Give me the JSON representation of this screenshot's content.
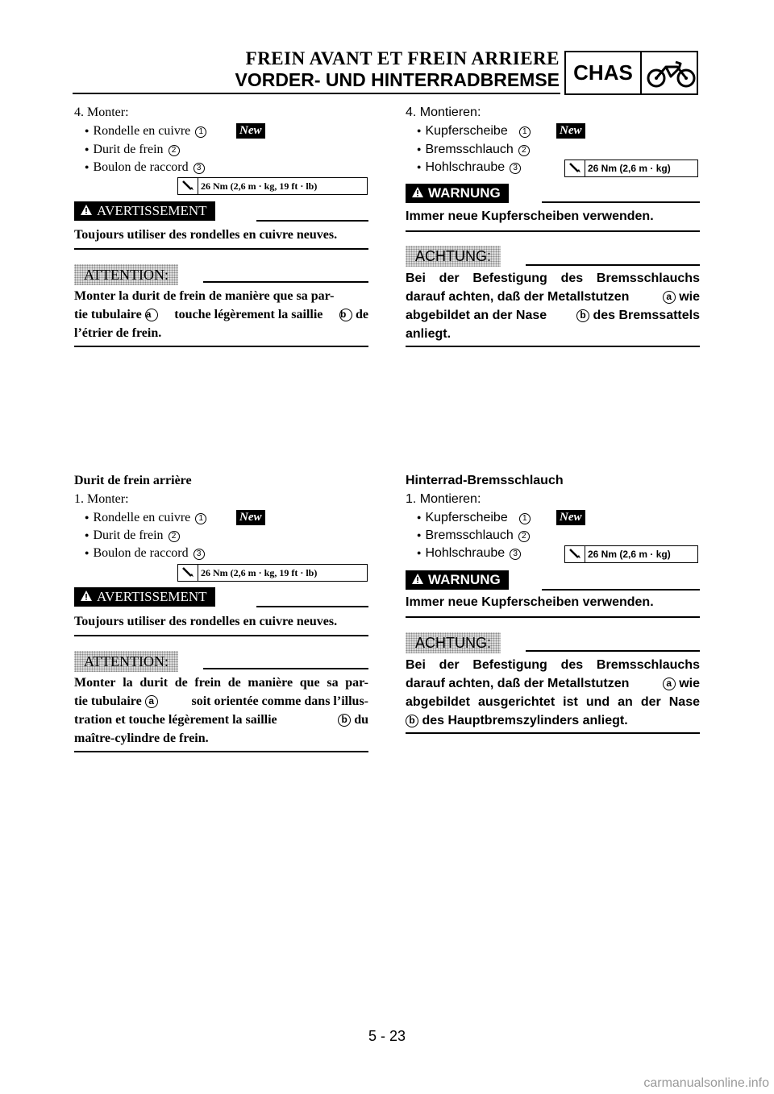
{
  "header": {
    "title_fr": "FREIN AVANT ET FREIN ARRIERE",
    "title_de": "VORDER- UND HINTERRADBREMSE",
    "section": "CHAS",
    "section_icon": "motorcycle-icon"
  },
  "left": {
    "sec1": {
      "step": "4. Monter:",
      "items": [
        "Rondelle en cuivre",
        "Durit de frein",
        "Boulon de raccord"
      ],
      "numbers": [
        "1",
        "2",
        "3"
      ],
      "new_label": "New",
      "torque": "26 Nm (2,6 m · kg, 19 ft · lb)",
      "warning_label": "AVERTISSEMENT",
      "warning_text": "Toujours utiliser des rondelles en cuivre neuves.",
      "attention_label": "ATTENTION:",
      "attention_l1": "Monter la durit de frein de manière que sa par-",
      "attention_l2a": "tie tubulaire",
      "attention_l2b": "touche légèrement la saillie",
      "attention_l2c": "de",
      "attention_l3": "l’étrier de frein."
    },
    "sec2": {
      "title": "Durit de frein arrière",
      "step": "1. Monter:",
      "items": [
        "Rondelle en cuivre",
        "Durit de frein",
        "Boulon de raccord"
      ],
      "numbers": [
        "1",
        "2",
        "3"
      ],
      "new_label": "New",
      "torque": "26 Nm (2,6 m · kg, 19 ft · lb)",
      "warning_label": "AVERTISSEMENT",
      "warning_text": "Toujours utiliser des rondelles en cuivre neuves.",
      "attention_label": "ATTENTION:",
      "attention_l1": "Monter la durit de frein de manière que sa par-",
      "attention_l2a": "tie tubulaire",
      "attention_l2b": "soit orientée comme dans l’illus-",
      "attention_l3a": "tration et touche légèrement la saillie",
      "attention_l3b": "du",
      "attention_l4": "maître-cylindre de frein."
    }
  },
  "right": {
    "sec1": {
      "step": "4. Montieren:",
      "items": [
        "Kupferscheibe",
        "Bremsschlauch",
        "Hohlschraube"
      ],
      "numbers": [
        "1",
        "2",
        "3"
      ],
      "new_label": "New",
      "torque": "26 Nm (2,6 m · kg)",
      "warning_label": "WARNUNG",
      "warning_text": "Immer neue Kupferscheiben verwenden.",
      "attention_label": "ACHTUNG:",
      "attention_l1": "Bei der Befestigung des Bremsschlauchs",
      "attention_l2a": "darauf achten, daß der Metallstutzen",
      "attention_l2b": "wie",
      "attention_l3a": "abgebildet an der Nase",
      "attention_l3b": "des Bremssattels",
      "attention_l4": "anliegt."
    },
    "sec2": {
      "title": "Hinterrad-Bremsschlauch",
      "step": "1. Montieren:",
      "items": [
        "Kupferscheibe",
        "Bremsschlauch",
        "Hohlschraube"
      ],
      "numbers": [
        "1",
        "2",
        "3"
      ],
      "new_label": "New",
      "torque": "26 Nm (2,6 m · kg)",
      "warning_label": "WARNUNG",
      "warning_text": "Immer neue Kupferscheiben verwenden.",
      "attention_label": "ACHTUNG:",
      "attention_l1": "Bei der Befestigung des Bremsschlauchs",
      "attention_l2a": "darauf achten, daß der Metallstutzen",
      "attention_l2b": "wie",
      "attention_l3": "abgebildet ausgerichtet ist und an der Nase",
      "attention_l4": "des Hauptbremszylinders anliegt."
    }
  },
  "markers": {
    "a": "a",
    "b": "b"
  },
  "footer": {
    "page": "5 - 23",
    "watermark": "carmanualsonline.info"
  }
}
